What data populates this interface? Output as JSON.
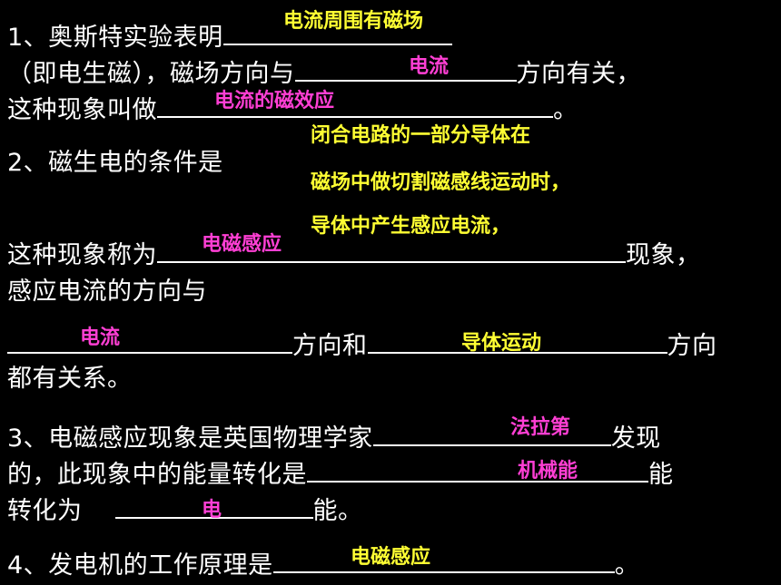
{
  "q1": {
    "line1_text": "1、奥斯特实验表明",
    "line2_prefix": "（即电生磁），磁场方向与",
    "line2_suffix": "方向有关，",
    "line3_text": "这种现象叫做",
    "line3_end": "。",
    "ans_1": "电流周围有磁场",
    "ans_2": "电流",
    "ans_3": "电流的磁效应"
  },
  "q2": {
    "line1_text": "2、磁生电的条件是",
    "cond_line1": "闭合电路的一部分导体在",
    "cond_line2": "磁场中做切割磁感线运动时，",
    "cond_line3": "导体中产生感应电流，",
    "line2_prefix": "这种现象称为",
    "line2_suffix": "现象，",
    "ans_phenomenon": "电磁感应",
    "line3_text": "感应电流的方向与",
    "line4_mid": "方向和",
    "line4_end": "方向",
    "ans_dir1": "电流",
    "ans_dir2": "导体运动",
    "line5_text": "都有关系。"
  },
  "q3": {
    "line1_text": "3、电磁感应现象是英国物理学家",
    "line1_end": "发现",
    "ans_scientist": "法拉第",
    "line2_prefix": "的，此现象中的能量转化是",
    "line2_end": "能",
    "ans_energy_from": "机械能",
    "line3_prefix": "转化为",
    "line3_end": "能。",
    "ans_energy_to": "电"
  },
  "q4": {
    "line_prefix": "4、发电机的工作原理是",
    "line_end": "。",
    "ans_principle": "电磁感应"
  },
  "colors": {
    "background": "#000000",
    "text": "#ffffff",
    "answer_pink": "#ff3fd4",
    "answer_yellow": "#ffff33"
  }
}
